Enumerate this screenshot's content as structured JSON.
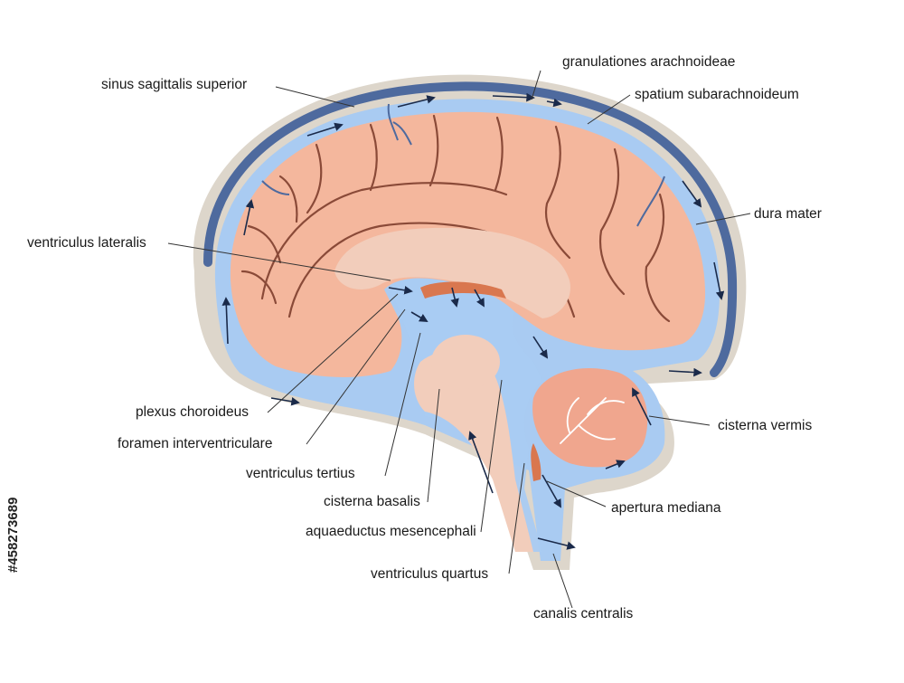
{
  "labels": {
    "granulationes": "granulationes arachnoideae",
    "sinus": "sinus sagittalis superior",
    "spatium": "spatium subarachnoideum",
    "dura": "dura mater",
    "ventriculus_lateralis": "ventriculus lateralis",
    "plexus": "plexus choroideus",
    "foramen": "foramen interventriculare",
    "ventriculus_tertius": "ventriculus tertius",
    "cisterna_basalis": "cisterna basalis",
    "aquaeductus": "aquaeductus mesencephali",
    "ventriculus_quartus": "ventriculus quartus",
    "canalis": "canalis centralis",
    "cisterna_vermis": "cisterna vermis",
    "apertura": "apertura mediana"
  },
  "stock_id": "#458273689",
  "colors": {
    "dura": "#ddd6cb",
    "sinus": "#4e6a9e",
    "csf": "#a9cbf2",
    "cortex": "#f4b79d",
    "sulci": "#8a4a38",
    "deep": "#f2cdbb",
    "plexus": "#d9774f",
    "line": "#333333"
  }
}
